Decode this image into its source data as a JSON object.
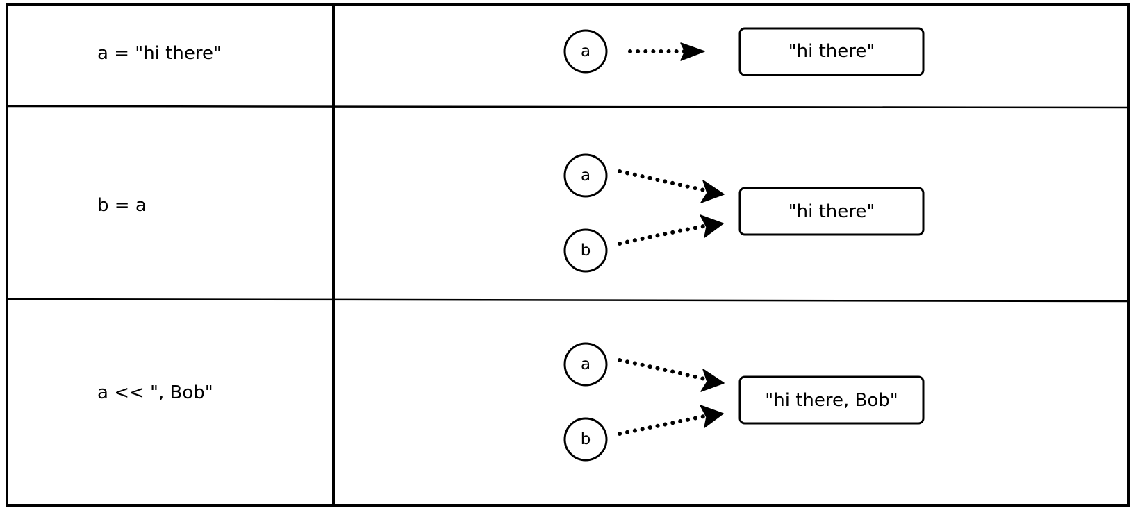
{
  "rows": [
    {
      "code": "a = \"hi there\"",
      "variables": [
        "a"
      ],
      "value": "\"hi there\""
    },
    {
      "code": "b = a",
      "variables": [
        "a",
        "b"
      ],
      "value": "\"hi there\""
    },
    {
      "code": "a << \", Bob\"",
      "variables": [
        "a",
        "b"
      ],
      "value": "\"hi there, Bob\""
    }
  ]
}
